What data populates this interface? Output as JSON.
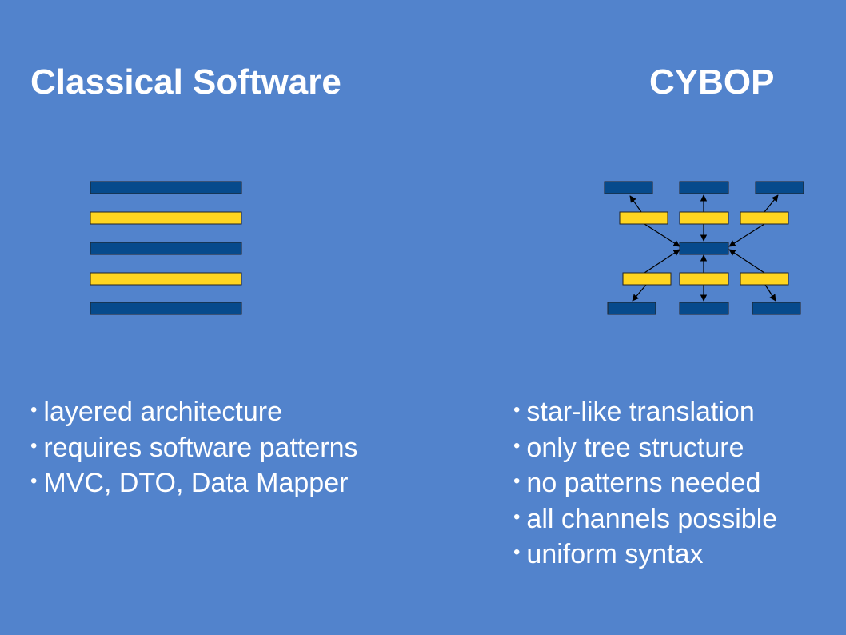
{
  "titles": {
    "left": "Classical Software",
    "right": "CYBOP"
  },
  "bullets_left": [
    "layered architecture",
    "requires software patterns",
    "MVC, DTO, Data Mapper"
  ],
  "bullets_right": [
    "star-like translation",
    "only tree structure",
    "no patterns needed",
    "all channels possible",
    "uniform syntax"
  ],
  "colors": {
    "background": "#5283cc",
    "layer_blue": "#064a8c",
    "layer_yellow": "#ffd520",
    "arrow": "#000000",
    "text": "#ffffff"
  },
  "bullet_symbol": "•"
}
